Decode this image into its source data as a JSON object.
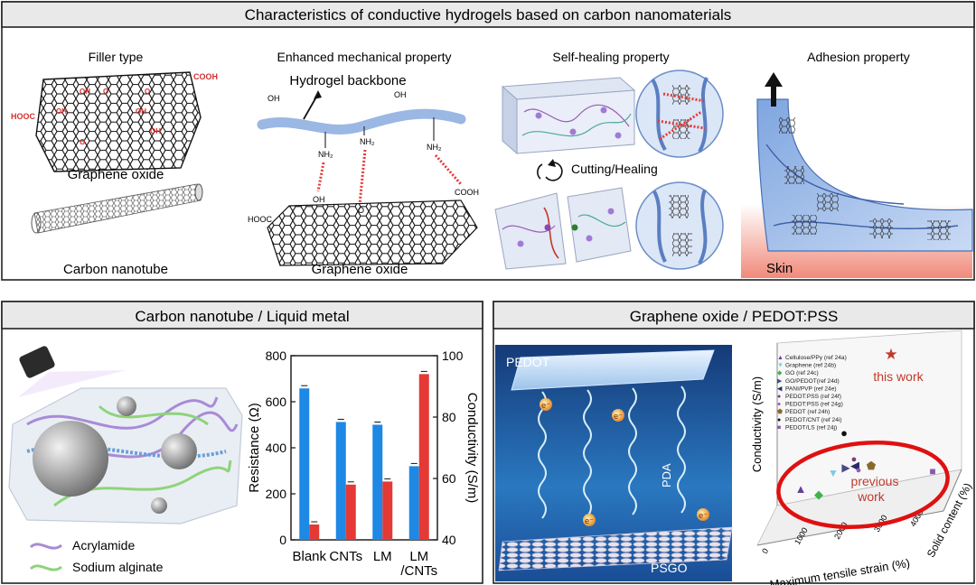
{
  "top_panel": {
    "title": "Characteristics of conductive hydrogels based on carbon nanomaterials",
    "sections": {
      "filler": {
        "title": "Filler type",
        "graphene_label": "Graphene oxide",
        "cnt_label": "Carbon nanotube",
        "groups": {
          "cooh": "COOH",
          "hooc": "HOOC",
          "oh": "OH",
          "o": "O"
        }
      },
      "mechanical": {
        "title": "Enhanced mechanical property",
        "backbone_label": "Hydrogel backbone",
        "oh": "OH",
        "nh2": "NH₂",
        "o": "O",
        "hooc": "HOOC",
        "cooh": "COOH",
        "graphene_label": "Graphene oxide"
      },
      "selfhealing": {
        "title": "Self-healing property",
        "cycle_label": "Cutting/Healing"
      },
      "adhesion": {
        "title": "Adhesion property",
        "skin_label": "Skin"
      }
    }
  },
  "bottom_left": {
    "title": "Carbon nanotube / Liquid metal",
    "legend": [
      {
        "label": "Acrylamide",
        "color": "#a88bd6"
      },
      {
        "label": "Sodium alginate",
        "color": "#8fd37a"
      }
    ]
  },
  "bottom_right": {
    "title": "Graphene oxide / PEDOT:PSS",
    "schematic": {
      "top_label": "PEDOT",
      "bottom_label": "PSGO",
      "chain_label": "PDA",
      "electron": "e⁻"
    },
    "plot3d": {
      "z_label": "Conductivity (S/m)",
      "x_label": "Maximum tensile strain (%)",
      "y_label": "Solid content (%)",
      "x_ticks": [
        "0",
        "1000",
        "2000",
        "3000",
        "4000"
      ],
      "this_work": "this work",
      "previous_work_line1": "previous",
      "previous_work_line2": "work",
      "legend": [
        {
          "label": "Cellulose/PPy (ref 24a)",
          "color": "#6a3d9a",
          "glyph": "▲"
        },
        {
          "label": "Graphene (ref 24b)",
          "color": "#7ec8e3",
          "glyph": "▼"
        },
        {
          "label": "GO (ref 24c)",
          "color": "#3cb44b",
          "glyph": "◆"
        },
        {
          "label": "GO/PEDOT(ref 24d)",
          "color": "#4a4a8a",
          "glyph": "▶"
        },
        {
          "label": "PANI/PVP (ref 24e)",
          "color": "#2a2a6a",
          "glyph": "◀"
        },
        {
          "label": "PEDOT:PSS (ref 24f)",
          "color": "#7a3d7a",
          "glyph": "●"
        },
        {
          "label": "PEDOT:PSS (ref 24g)",
          "color": "#9b59b6",
          "glyph": "●"
        },
        {
          "label": "PEDOT (ref 24h)",
          "color": "#8a6a2a",
          "glyph": "⬟"
        },
        {
          "label": "PEDOT/CNT (ref 24i)",
          "color": "#111111",
          "glyph": "●"
        },
        {
          "label": "PEDOT/LS (ref 24j)",
          "color": "#8a5aa8",
          "glyph": "■"
        }
      ]
    }
  },
  "chart_data": {
    "type": "bar",
    "categories": [
      "Blank",
      "CNTs",
      "LM",
      "LM\n/CNTs"
    ],
    "category_lines": [
      [
        "Blank"
      ],
      [
        "CNTs"
      ],
      [
        "LM"
      ],
      [
        "LM",
        "/CNTs"
      ]
    ],
    "series": [
      {
        "name": "",
        "axis": "left",
        "color": "#1e88e5",
        "values": [
          658,
          512,
          500,
          320
        ]
      },
      {
        "name": "",
        "axis": "right",
        "color": "#e53935",
        "values": [
          45,
          58,
          59,
          94
        ]
      }
    ],
    "ylabel": "Resistance (Ω)",
    "ylim": [
      0,
      800
    ],
    "yticks": [
      0,
      200,
      400,
      600,
      800
    ],
    "y2label": "Conductivity (S/m)",
    "y2lim": [
      40,
      100
    ],
    "y2ticks": [
      40,
      60,
      80,
      100
    ],
    "grid": false,
    "error_bars": true
  }
}
